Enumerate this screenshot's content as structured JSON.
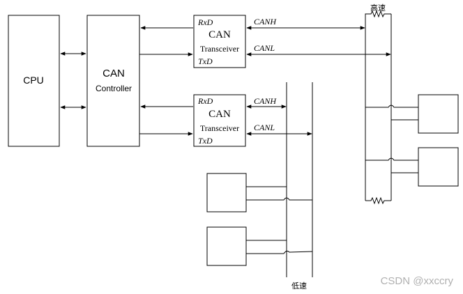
{
  "cpu": {
    "label": "CPU"
  },
  "controller": {
    "line1": "CAN",
    "line2": "Controller"
  },
  "transceivers": [
    {
      "rxd": "RxD",
      "title": "CAN",
      "subtitle": "Transceiver",
      "txd": "TxD",
      "canh": "CANH",
      "canl": "CANL"
    },
    {
      "rxd": "RxD",
      "title": "CAN",
      "subtitle": "Transceiver",
      "txd": "TxD",
      "canh": "CANH",
      "canl": "CANL"
    }
  ],
  "buses": {
    "high_speed_label": "高速",
    "low_speed_label": "低速"
  },
  "watermark": "CSDN @xxccry",
  "colors": {
    "line": "#000000",
    "background": "#ffffff",
    "watermark": "#b0b0b0"
  }
}
